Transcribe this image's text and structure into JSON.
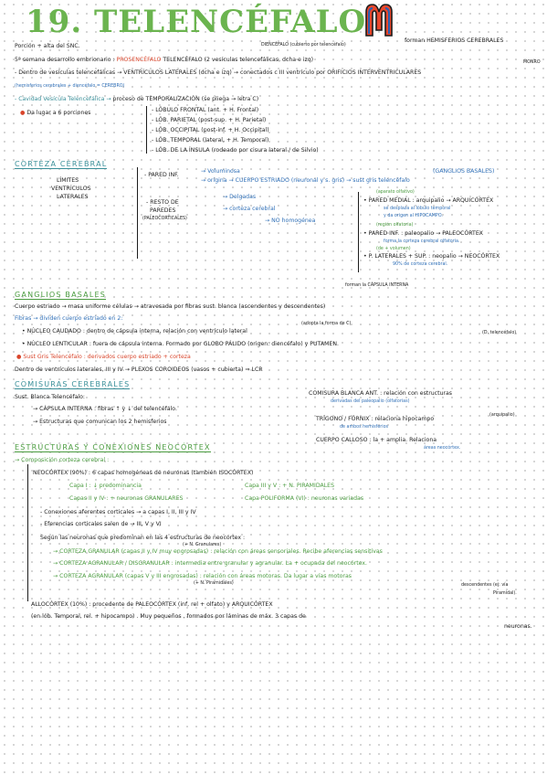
{
  "title": "19. TELENCÉFALO",
  "logo": {
    "icon": "brain-m-logo-icon",
    "colors": [
      "#e8462b",
      "#2b5fb0",
      "#1c1c1c"
    ]
  },
  "intro": {
    "l1": "Porción + alta del SNC.",
    "l2a": "5ª semana desarrollo embrionario :",
    "l2b": "PROSENCÉFALO",
    "l2c": "TELENCÉFALO (2 vesículas telencefálicas, dcha e izq)",
    "l2d": "DIENCÉFALO (cubierto por telencéfalo)",
    "l2e": "forman HEMISFERIOS CEREBRALES",
    "l3a": "- Dentro de vesículas telencefálicas →",
    "l3b": "VENTRÍCULOS LATERALES (dcha e izq) → conectados c III ventrículo por ORIFICIOS INTERVENTRICULARES",
    "l3c": "MONRO",
    "l4": "(hemisferios cerebrales + diencéfalo = CEREBRO)",
    "l5a": "- Cavidad Vesícula Telencefálica →",
    "l5b": "proceso de TEMPORALIZACIÓN (se pliega → letra C)",
    "l6": "Da lugar a 6 porciones",
    "porciones": [
      "- LÓBULO FRONTAL (ant. + H. Frontal)",
      "- LÓB. PARIETAL (post-sup. + H. Parietal)",
      "- LÓB. OCCIPITAL (post-inf. + H. Occipital)",
      "- LÓB. TEMPORAL (lateral, + H. Temporal)",
      "- LÓB. DE LA ÍNSULA (rodeado por cisura lateral / de Silvio)"
    ]
  },
  "corteza": {
    "heading": "CORTEZA CEREBRAL",
    "limites": [
      "LÍMITES",
      "VENTRÍCULOS",
      "LATERALES"
    ],
    "pared_inf": "- PARED INF.",
    "pared_inf_items": [
      "→ Voluminosa",
      "→ origina → CUERPO ESTRIADO (neuronal y s. gris) → sust gris telencéfalo"
    ],
    "ganglios_note": "(GANGLIOS BASALES)",
    "resto": [
      "- RESTO DE",
      "PAREDES",
      "(PALEOCORTICALES)"
    ],
    "resto_items": [
      "→ Delgadas",
      "→ corteza cerebral",
      "→ NO homogénea"
    ],
    "paredes": [
      "• PARED MEDIAL : arquipalio → ARQUICÓRTEX",
      "se desplaza al lóbulo temporal",
      "y da origen al HIPOCAMPO.",
      "• PARED INF. : paleopalio → PALEOCÓRTEX",
      "forma la corteza cerebral olfatoria.",
      "• P. LATERALES + SUP. : neopalio → NEOCÓRTEX",
      "90% de corteza cerebral."
    ],
    "notes": [
      "(aparato olfativo)",
      "(región olfatoria)",
      "(de + volumen)"
    ]
  },
  "ganglios": {
    "heading": "GANGLIOS BASALES",
    "note_top": "forman la CÁPSULA INTERNA",
    "l1": "Cuerpo estriado → masa uniforme células → atravesada por fibras sust. blanca (ascendentes y descendentes)",
    "l2": "Fibras → dividen cuerpo estriado en 2:",
    "l3_note": "(adopta la forma de C)",
    "l3": "• NÚCLEO CAUDADO : dentro de cápsula interna, relación con ventrículo lateral",
    "l3_right": "(D. telencéfalo)",
    "l4": "• NÚCLEO LENTICULAR : fuera de cápsula interna. Formado por GLOBO PÁLIDO (origen: diencéfalo) y PUTAMEN.",
    "l5": "Sust Gris Telencéfalo : derivados cuerpo estriado + corteza",
    "l6": "Dentro de ventrículos laterales, III y IV → PLEXOS COROIDEOS (vasos + cubierta) ⇒ LCR"
  },
  "comisuras": {
    "heading": "COMISURAS CEREBRALES",
    "l1": "Sust. Blanca Telencéfalo:",
    "l2": "→ CÁPSULA INTERNA : fibras ↑ y ↓ del telencéfalo.",
    "l3": "→ Estructuras que comunican los 2 hemisferios",
    "items": [
      "COMISURA BLANCA ANT. : relación con estructuras",
      "derivadas del paleopalio (olfatorias)",
      "TRÍGONO / FÓRNIX : relaciona hipocampo",
      "de ambos hemisferios",
      "CUERPO CALLOSO : la + amplia. Relaciona",
      "áreas neocórtex."
    ],
    "fornix_note": "(arquipalio)"
  },
  "estructuras": {
    "heading": "ESTRUCTURAS Y CONEXIONES NEOCÓRTEX",
    "l1": "→ Composición corteza cerebral :",
    "l2": "NEOCÓRTEX (90%) : 6 capas homogéneas de neuronas (también ISOCÓRTEX)",
    "capas": [
      "Capa I : ↓ predominancia",
      "Capa III y V : + N. PIRAMIDALES",
      "Capas II y IV : + neuronas GRANULARES",
      "Capa POLIFORMA (VI) : neuronas variadas"
    ],
    "conexiones": [
      "- Conexiones aferentes corticales → a capas I, II, III y IV",
      "- Eferencias corticales salen de → III, V y VI"
    ],
    "segun": "Según las neuronas que predominan en las 4 estructuras de neocórtex :",
    "tipos": [
      "→ CORTEZA GRANULAR (capas II y IV muy engrosadas) : relación con áreas sensoriales. Recibe aferencias sensitivas",
      "→ CORTEZA AGRANULAR / DISGRANULAR : intermedia entre granular y agranular. La + ocupada del neocórtex.",
      "→ CORTEZA AGRANULAR (capas V y III engrosadas) : relación con áreas motoras. Da lugar a vías motoras",
      "descendentes (ej: vía",
      "Piramidal)."
    ],
    "tipo_notes": [
      "(+ N. Granulares)",
      "(+ N. Piramidales)"
    ],
    "allo": "ALLOCÓRTEX (10%) : procedente de PALEOCÓRTEX (inf, rel + olfato) y ARQUICÓRTEX",
    "allo2": "(en lób. Temporal, rel. + hipocampo) . Muy pequeños , formados por láminas de máx. 3 capas de",
    "allo3": "neuronas."
  }
}
